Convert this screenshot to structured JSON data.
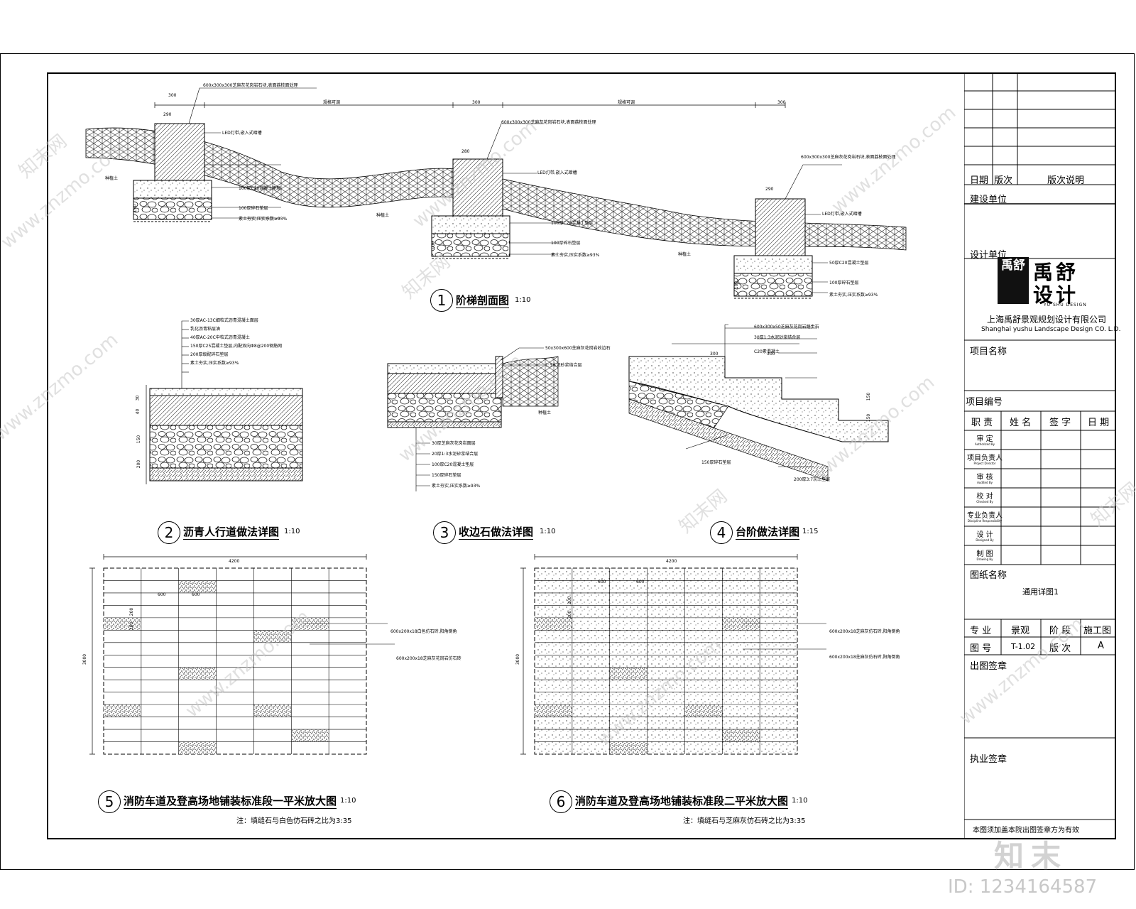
{
  "title_block": {
    "rev_header": {
      "date": "日期",
      "rev": "版次",
      "desc": "版次说明"
    },
    "client_label": "建设单位",
    "designer_label": "设计单位",
    "logo": {
      "mark": "禹舒",
      "cn1": "禹舒",
      "cn2": "设计",
      "en": "YU SHU DESIGN"
    },
    "company_cn": "上海禹舒景观规划设计有限公司",
    "company_en": "Shanghai yushu Landscape Design CO. L.D.",
    "project_name_label": "项目名称",
    "project_no_label": "项目编号",
    "sign_header": {
      "role": "职 责",
      "name": "姓 名",
      "sign": "签 字",
      "date": "日 期"
    },
    "roles": [
      {
        "cn": "审 定",
        "en": "Authorized By"
      },
      {
        "cn": "项目负责人",
        "en": "Project Director"
      },
      {
        "cn": "审 核",
        "en": "Audited By"
      },
      {
        "cn": "校 对",
        "en": "Checked By"
      },
      {
        "cn": "专业负责人",
        "en": "Discipline Responsibility"
      },
      {
        "cn": "设 计",
        "en": "Designed By"
      },
      {
        "cn": "制 图",
        "en": "Drawing By"
      }
    ],
    "drawing_name_label": "图纸名称",
    "drawing_name": "通用详图1",
    "discipline_label": "专 业",
    "discipline": "景观",
    "stage_label": "阶 段",
    "stage": "施工图",
    "drawing_no_label": "图 号",
    "drawing_no": "T-1.02",
    "revision_label": "版 次",
    "revision": "A",
    "issue_stamp_label": "出图签章",
    "license_stamp_label": "执业签章",
    "footer_note": "本图须加盖本院出图签章方为有效"
  },
  "details": [
    {
      "num": "1",
      "title": "阶梯剖面图",
      "scale": "1:10"
    },
    {
      "num": "2",
      "title": "沥青人行道做法详图",
      "scale": "1:10"
    },
    {
      "num": "3",
      "title": "收边石做法详图",
      "scale": "1:10"
    },
    {
      "num": "4",
      "title": "台阶做法详图",
      "scale": "1:15"
    },
    {
      "num": "5",
      "title": "消防车道及登高场地铺装标准段一平米放大图",
      "scale": "1:10",
      "note": "注：填缝石与白色仿石砖之比为3:35"
    },
    {
      "num": "6",
      "title": "消防车道及登高场地铺装标准段二平米放大图",
      "scale": "1:10",
      "note": "注：填缝石与芝麻灰仿石砖之比为3:35"
    }
  ],
  "detail1": {
    "dims_top": [
      "300",
      "规格可调",
      "300",
      "规格可调",
      "300"
    ],
    "dims_step": [
      "290",
      "280",
      "290"
    ],
    "callouts_a": [
      "600x300x300芝麻灰花岗岩石块,表面荔枝面处理",
      "LED灯带,嵌入式暗槽",
      "100厚C20混凝土垫层",
      "100厚碎石垫层",
      "素土夯实,压实系数≥93%"
    ],
    "callouts_b": [
      "600x300x300芝麻灰花岗岩石块,表面荔枝面处理",
      "LED灯带,嵌入式暗槽",
      "100厚C20混凝土垫层",
      "100厚碎石垫层",
      "素土夯实,压实系数≥93%"
    ],
    "callouts_c": [
      "600x300x300芝麻灰花岗岩石块,表面荔枝面处理",
      "LED灯带,嵌入式暗槽",
      "50厚C20混凝土垫层",
      "100厚碎石垫层",
      "素土夯实,压实系数≥93%"
    ],
    "grade_labels": [
      "种植土",
      "种植土",
      "种植土"
    ],
    "dims_side": [
      "150",
      "100",
      "100"
    ]
  },
  "detail2": {
    "layers": [
      "30厚AC-13C细粒式沥青混凝土面层",
      "乳化沥青粘层油",
      "40厚AC-20C中粒式沥青混凝土",
      "150厚C25混凝土垫层,内配双向Φ8@200钢筋网",
      "200厚级配碎石垫层",
      "素土夯实,压实系数≥93%"
    ],
    "dims": [
      "30",
      "40",
      "150",
      "200"
    ]
  },
  "detail3": {
    "callouts_top": [
      "50x300x600芝麻灰花岗岩收边石",
      "1:3水泥砂浆结合层"
    ],
    "grade": "种植土",
    "layers": [
      "30厚芝麻灰花岗岩面层",
      "20厚1:3水泥砂浆结合层",
      "100厚C20混凝土垫层",
      "150厚碎石垫层",
      "素土夯实,压实系数≥93%"
    ]
  },
  "detail4": {
    "callouts": [
      "600x300x50芝麻灰花岗岩踏步石",
      "30厚1:3水泥砂浆结合层",
      "C20素混凝土",
      "150厚碎石垫层",
      "200厚3:7灰土垫层"
    ],
    "dims": [
      "300",
      "300",
      "150",
      "150"
    ]
  },
  "detail5": {
    "overall_w": "4200",
    "overall_h": "3000",
    "module_dims": [
      "600",
      "600"
    ],
    "module_h": [
      "200",
      "200"
    ],
    "callouts": [
      "600x200x18白色仿石砖,阳角倒角",
      "600x200x18芝麻灰花岗岩仿石砖"
    ]
  },
  "detail6": {
    "overall_w": "4200",
    "overall_h": "3000",
    "module_dims": [
      "600",
      "600"
    ],
    "module_h": [
      "200",
      "200"
    ],
    "callouts": [
      "600x200x18芝麻灰仿石砖,阳角倒角",
      "600x200x18芝麻灰仿石砖,阳角倒角"
    ]
  },
  "watermark": {
    "site": "www.znzmo.com",
    "brand": "知末网",
    "logo": "知末",
    "id": "ID: 1234164587"
  }
}
